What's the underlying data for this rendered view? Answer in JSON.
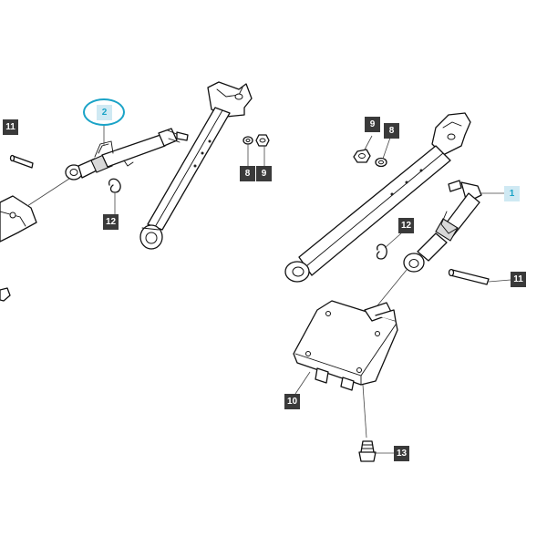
{
  "callouts": {
    "left_pin": "11",
    "left_link_highlighted": "2",
    "left_washer": "8",
    "left_nut": "9",
    "left_clip": "12",
    "right_nut": "9",
    "right_washer": "8",
    "right_link": "1",
    "right_clip": "12",
    "right_pin": "11",
    "bracket": "10",
    "bolt": "13"
  },
  "colors": {
    "highlight_ring": "#1aa3c7",
    "callout_bg": "#3a3a3a",
    "highlight_callout_bg": "#cfe9f3"
  }
}
